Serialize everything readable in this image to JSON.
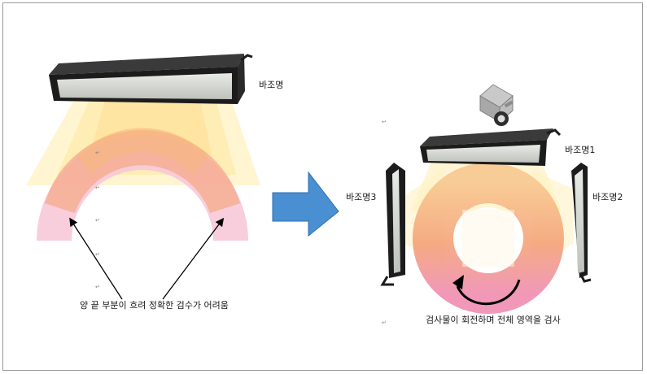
{
  "labels": {
    "left_light": "바조명",
    "right_light_top": "바조명1",
    "right_light_right": "바조명2",
    "right_light_left": "바조명3"
  },
  "captions": {
    "left": "양 끝 부분이 흐려 정확한 검수가 어려움",
    "right": "검사물이 회전하며 전체 영역을 검사"
  },
  "paragraph_mark": "↵",
  "colors": {
    "arrow_fill": "#4a8fd1",
    "beam": "#ffe9a8",
    "ring_orange": "#f5a070",
    "ring_pink": "#f3a0b8",
    "light_housing": "#1c1c1c",
    "light_panel": "#d7d9d4"
  }
}
